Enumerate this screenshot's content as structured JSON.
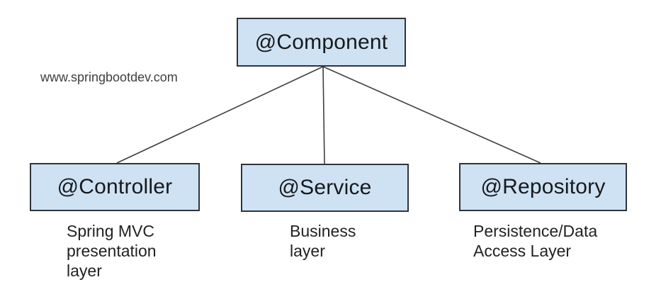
{
  "diagram": {
    "watermark": "www.springbootdev.com",
    "root": {
      "label": "@Component"
    },
    "children": [
      {
        "id": "controller",
        "label": "@Controller",
        "description": "Spring MVC\npresentation\nlayer"
      },
      {
        "id": "service",
        "label": "@Service",
        "description": "Business\nlayer"
      },
      {
        "id": "repository",
        "label": "@Repository",
        "description": "Persistence/Data\nAccess Layer"
      }
    ],
    "colors": {
      "node_fill": "#cfe2f3",
      "node_border": "#2f353b",
      "edge": "#3c4043",
      "text": "#17191c",
      "watermark": "#3f3f3f",
      "background": "#ffffff"
    }
  }
}
